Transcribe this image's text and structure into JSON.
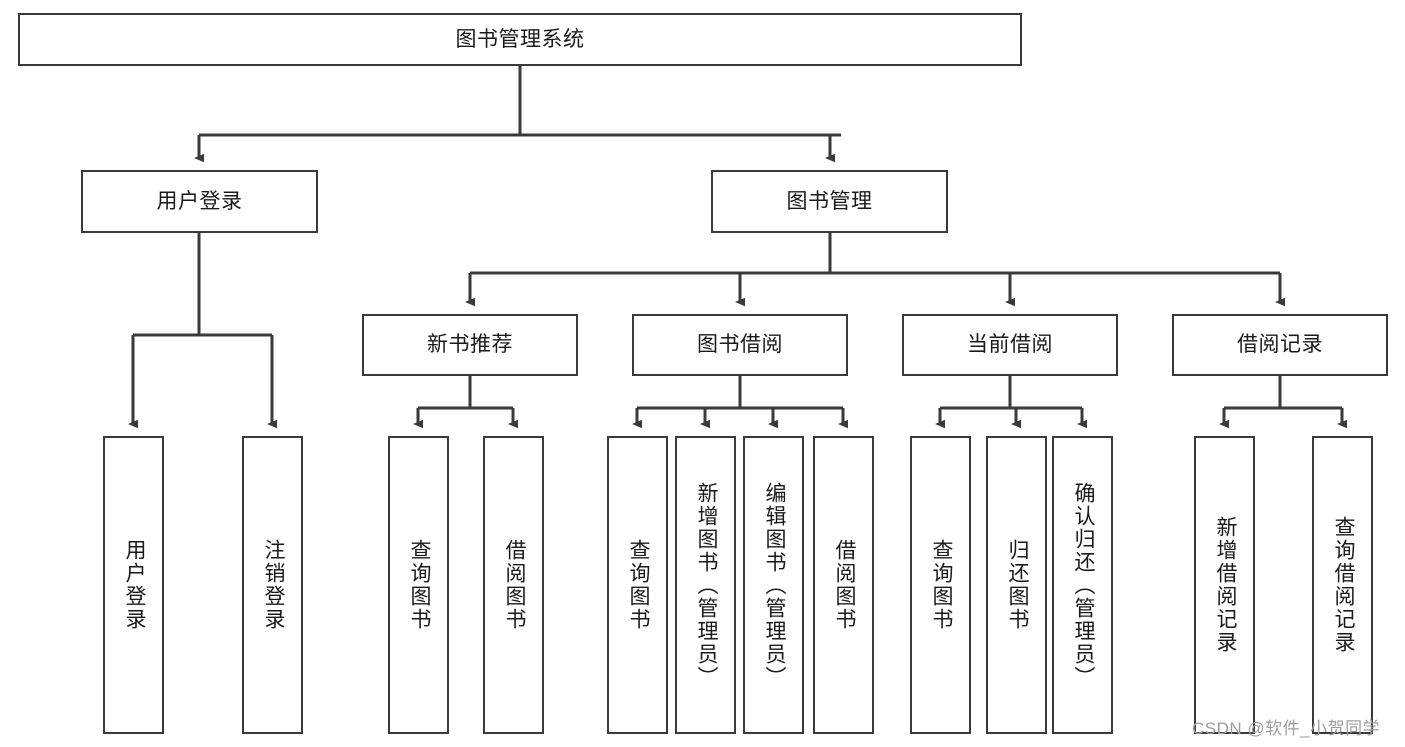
{
  "diagram": {
    "title": "图书管理系统",
    "type": "hierarchy-tree",
    "watermark": "CSDN @软件_小贺同学",
    "colors": {
      "box_border": "#3a3a3a",
      "box_fill": "#ffffff",
      "connector": "#3a3a3a",
      "text": "#1a1a1a",
      "watermark": "#9d9d9d"
    },
    "levels": {
      "root": {
        "label": "图书管理系统"
      },
      "level2": [
        {
          "label": "用户登录"
        },
        {
          "label": "图书管理"
        }
      ],
      "level3": [
        {
          "label": "新书推荐"
        },
        {
          "label": "图书借阅"
        },
        {
          "label": "当前借阅"
        },
        {
          "label": "借阅记录"
        }
      ],
      "leaves": [
        {
          "label": "用户登录",
          "parent": "用户登录"
        },
        {
          "label": "注销登录",
          "parent": "用户登录"
        },
        {
          "label": "查询图书",
          "parent": "新书推荐"
        },
        {
          "label": "借阅图书",
          "parent": "新书推荐"
        },
        {
          "label": "查询图书",
          "parent": "图书借阅"
        },
        {
          "label": "新增图书（管理员）",
          "parent": "图书借阅"
        },
        {
          "label": "编辑图书（管理员）",
          "parent": "图书借阅"
        },
        {
          "label": "借阅图书",
          "parent": "图书借阅"
        },
        {
          "label": "查询图书",
          "parent": "当前借阅"
        },
        {
          "label": "归还图书",
          "parent": "当前借阅"
        },
        {
          "label": "确认归还（管理员）",
          "parent": "当前借阅"
        },
        {
          "label": "新增借阅记录",
          "parent": "借阅记录"
        },
        {
          "label": "查询借阅记录",
          "parent": "借阅记录"
        }
      ]
    }
  }
}
